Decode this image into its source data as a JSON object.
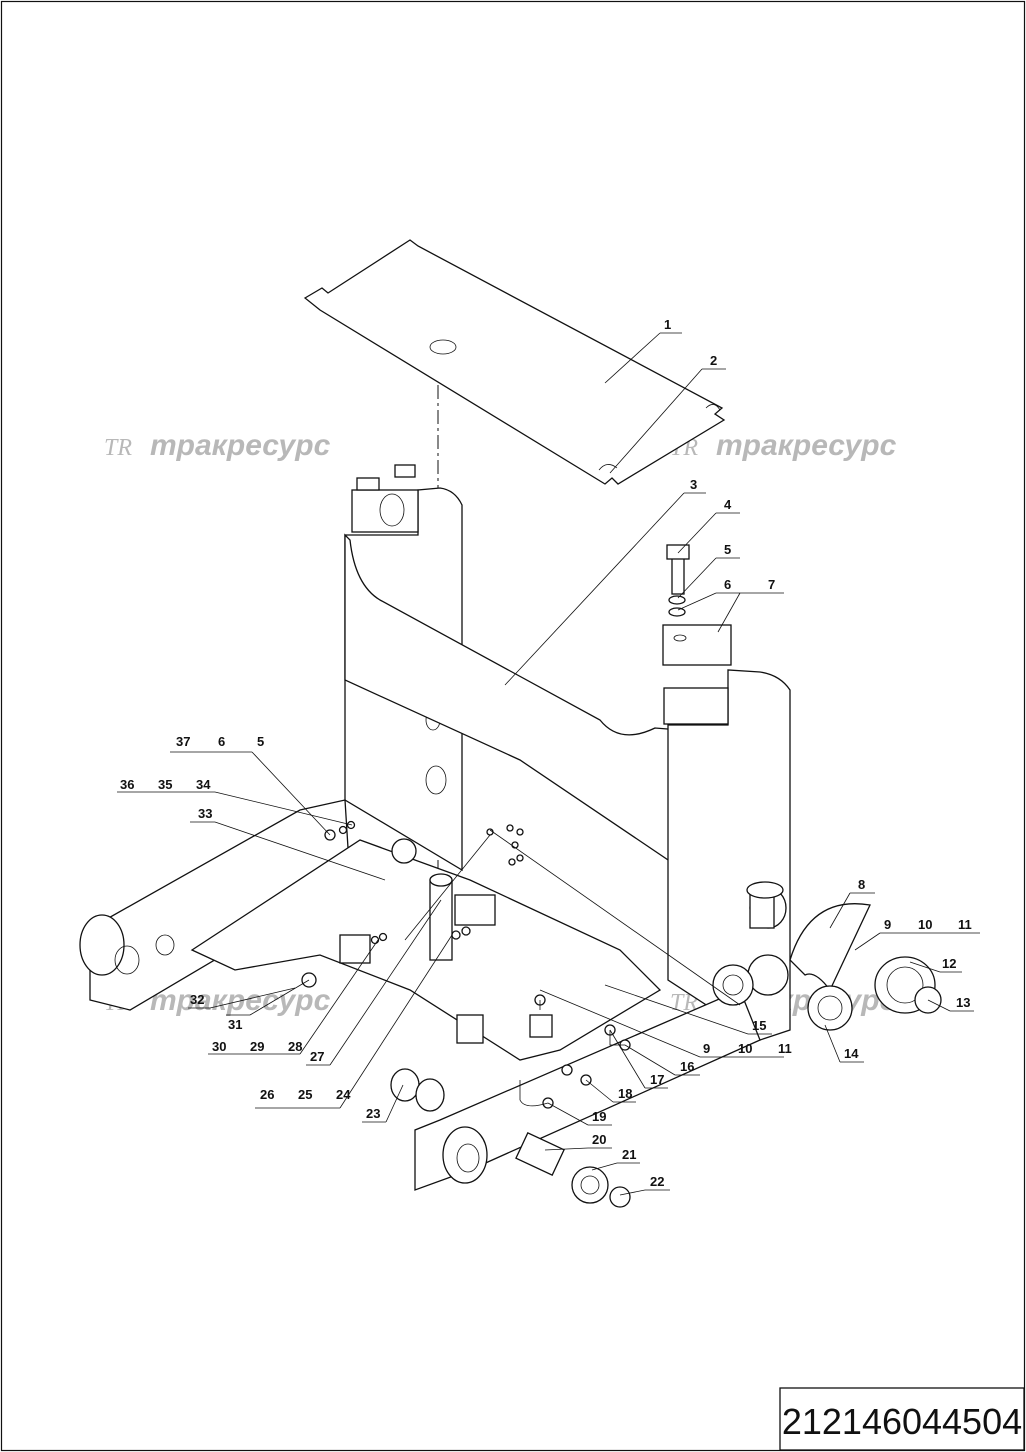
{
  "drawing_number": "212146044504",
  "watermark": {
    "logo": "TR",
    "text": "тракресурс"
  },
  "callouts": [
    {
      "text": "1"
    },
    {
      "text": "2"
    },
    {
      "text": "3"
    },
    {
      "text": "4"
    },
    {
      "text": "5"
    },
    {
      "text": "6"
    },
    {
      "text": "7"
    },
    {
      "text": "8"
    },
    {
      "text": "9"
    },
    {
      "text": "10"
    },
    {
      "text": "11"
    },
    {
      "text": "12"
    },
    {
      "text": "13"
    },
    {
      "text": "14"
    },
    {
      "text": "15"
    },
    {
      "text": "16"
    },
    {
      "text": "17"
    },
    {
      "text": "18"
    },
    {
      "text": "19"
    },
    {
      "text": "20"
    },
    {
      "text": "21"
    },
    {
      "text": "22"
    },
    {
      "text": "23"
    },
    {
      "text": "24"
    },
    {
      "text": "25"
    },
    {
      "text": "26"
    },
    {
      "text": "27"
    },
    {
      "text": "28"
    },
    {
      "text": "29"
    },
    {
      "text": "30"
    },
    {
      "text": "31"
    },
    {
      "text": "32"
    },
    {
      "text": "33"
    },
    {
      "text": "34"
    },
    {
      "text": "35"
    },
    {
      "text": "36"
    },
    {
      "text": "37"
    },
    {
      "text": "6"
    },
    {
      "text": "5"
    },
    {
      "text": "9"
    },
    {
      "text": "10"
    },
    {
      "text": "11"
    }
  ]
}
